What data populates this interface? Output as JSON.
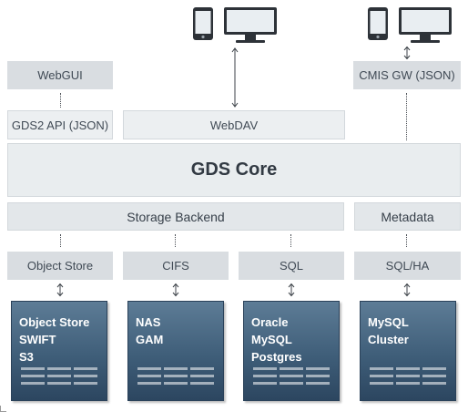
{
  "top_left": {
    "webgui": "WebGUI",
    "api": "GDS2 API (JSON)"
  },
  "webdav": "WebDAV",
  "cmis": "CMIS GW (JSON)",
  "core": "GDS Core",
  "storage_backend": "Storage Backend",
  "metadata": "Metadata",
  "adapters": [
    "Object Store",
    "CIFS",
    "SQL",
    "SQL/HA"
  ],
  "stores": [
    {
      "lines": [
        "Object Store",
        "SWIFT",
        "S3"
      ]
    },
    {
      "lines": [
        "NAS",
        "GAM"
      ]
    },
    {
      "lines": [
        "Oracle",
        "MySQL",
        "Postgres"
      ]
    },
    {
      "lines": [
        "MySQL",
        "Cluster"
      ]
    }
  ],
  "icons": [
    "phone-icon",
    "monitor-icon"
  ],
  "colors": {
    "store_top": "#5d7c96",
    "store_bottom": "#2c4660",
    "box_grey": "#d9dde1"
  }
}
